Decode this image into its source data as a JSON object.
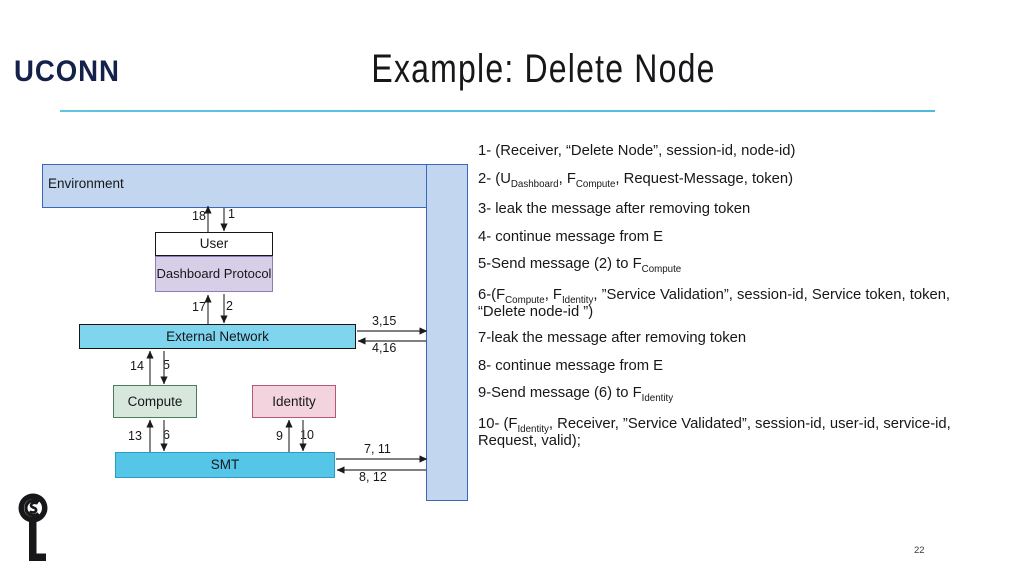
{
  "header": {
    "brand": "UCONN",
    "title": "Example: Delete Node"
  },
  "diagram": {
    "environment_label": "Environment",
    "boxes": {
      "user": "User",
      "dashboard": "Dashboard Protocol",
      "external_network": "External Network",
      "compute": "Compute",
      "identity": "Identity",
      "smt": "SMT"
    },
    "arrow_labels": {
      "env_user_up": "18",
      "env_user_down": "1",
      "dash_extnet_up": "17",
      "dash_extnet_down": "2",
      "extnet_env_out": "3,15",
      "extnet_env_in": "4,16",
      "extnet_compute_up": "14",
      "extnet_compute_down": "5",
      "compute_smt_up": "13",
      "compute_smt_down": "6",
      "identity_smt_up": "9",
      "identity_smt_down": "10",
      "smt_env_out": "7, 11",
      "smt_env_in": "8, 12"
    },
    "colors": {
      "environment_fill": "#c3d6f0",
      "environment_border": "#3a68b8",
      "dashboard_fill": "#d7cfe8",
      "external_network_fill": "#7fd4ee",
      "compute_fill": "#d7e7dc",
      "identity_fill": "#f3d3de",
      "smt_fill": "#56c6e8",
      "accent_rule": "#4bbcdc"
    }
  },
  "steps": {
    "s1": "1- (Receiver, “Delete Node”, session-id, node-id)",
    "s2_a": "2- (U",
    "s2_sub1": "Dashboard",
    "s2_b": ", F",
    "s2_sub2": "Compute",
    "s2_c": ", Request-Message, token)",
    "s3": "3- leak the message after removing token",
    "s4": "4- continue message from E",
    "s5_a": "5-Send message (2) to F",
    "s5_sub": "Compute",
    "s6_a": "6-(F",
    "s6_sub1": "Compute",
    "s6_b": ", F",
    "s6_sub2": "Identity",
    "s6_c": ", ”Service Validation”, session-id, Service token, token, “Delete node-id ”)",
    "s7": "7-leak the message after removing token",
    "s8": "8- continue message from E",
    "s9_a": "9-Send message (6) to F",
    "s9_sub": "Identity",
    "s10_a": "10- (F",
    "s10_sub": "Identity",
    "s10_b": ", Receiver, ”Service Validated”, session-id, user-id, service-id, Request, valid);"
  },
  "footer": {
    "page_number": "22"
  }
}
